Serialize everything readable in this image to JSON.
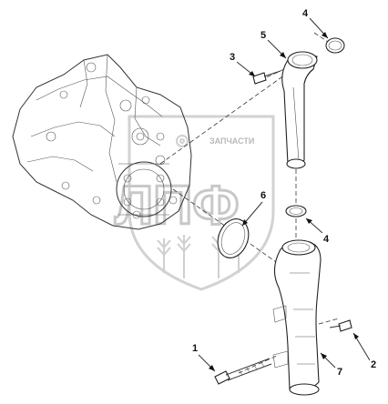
{
  "watermark": {
    "text": "ЗАПЧАСТИ",
    "big_letters": "ЛПФ"
  },
  "callouts": [
    {
      "id": "1",
      "label": "1"
    },
    {
      "id": "2",
      "label": "2"
    },
    {
      "id": "3",
      "label": "3"
    },
    {
      "id": "4a",
      "label": "4"
    },
    {
      "id": "4b",
      "label": "4"
    },
    {
      "id": "5",
      "label": "5"
    },
    {
      "id": "6",
      "label": "6"
    },
    {
      "id": "7",
      "label": "7"
    }
  ]
}
